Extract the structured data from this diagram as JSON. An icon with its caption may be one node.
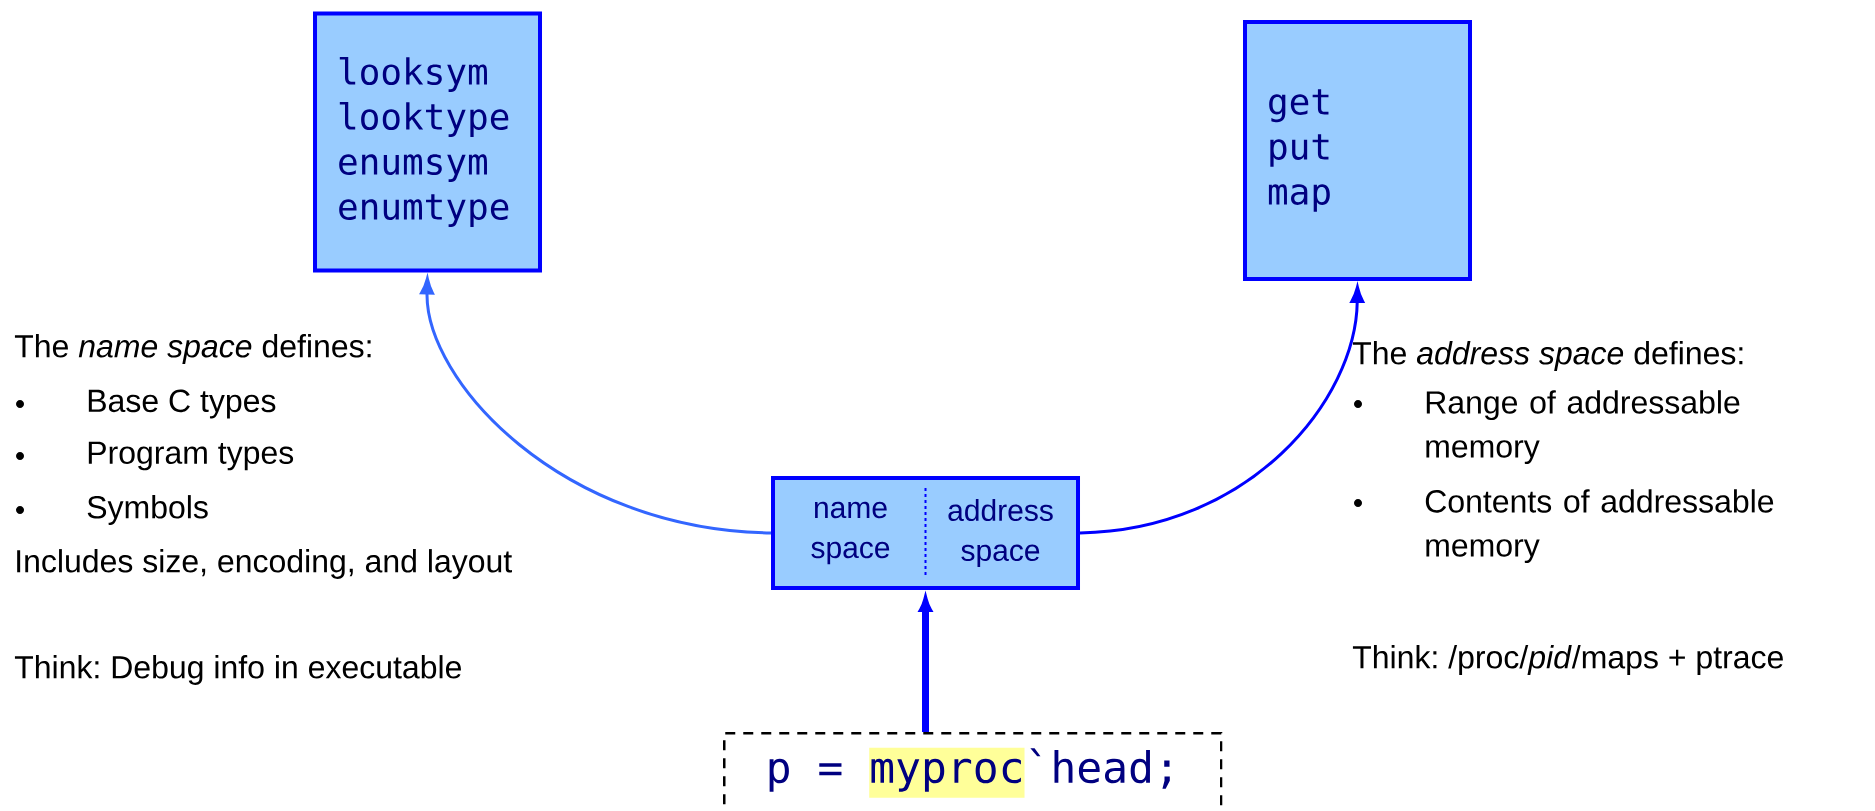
{
  "diagram": {
    "nodes": [
      {
        "text": [
          "looksym",
          "looktype",
          "enumsym",
          "enumtype"
        ]
      },
      {
        "text": [
          "get",
          "put",
          "map"
        ]
      },
      {
        "text": [
          "name space",
          "address space"
        ]
      },
      {
        "text": [
          "p =",
          "myproc",
          "`head;"
        ]
      }
    ],
    "edges": [
      {
        "from": 2,
        "to": 0,
        "arrow": "to",
        "color": "#3366ff"
      },
      {
        "from": 2,
        "to": 1,
        "arrow": "to"
      },
      {
        "from": 3,
        "to": 2,
        "arrow": "to",
        "style": "thick"
      }
    ],
    "labels": [
      "The *name space* defines:",
      "Base C types",
      "Program types",
      "Symbols",
      "Includes size, encoding, and layout",
      "Think: Debug info in executable",
      "The *address space* defines:",
      "Range of addressable memory",
      "Contents of addressable memory",
      "Think: /proc/*pid*/maps + ptrace"
    ]
  }
}
